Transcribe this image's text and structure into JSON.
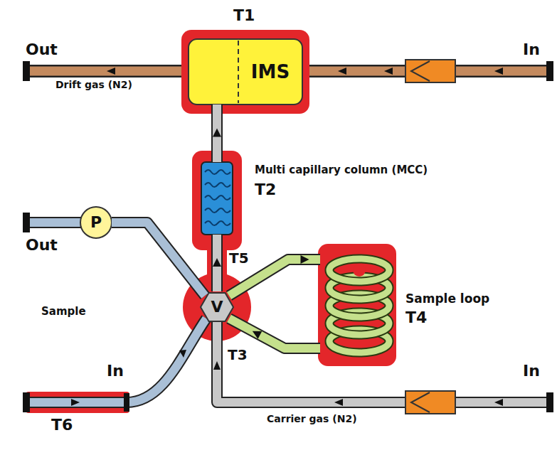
{
  "diagram": {
    "nodes": [
      {
        "text": [
          "IMS"
        ]
      },
      {
        "text": [
          "Multi capillary column (MCC)",
          "T2"
        ]
      },
      {
        "text": [
          "P"
        ]
      },
      {
        "text": [
          "V"
        ]
      },
      {
        "text": [
          "Sample loop",
          "T4"
        ]
      }
    ],
    "edges": [
      {
        "from": 3,
        "to": 1,
        "arrow": "to"
      },
      {
        "from": 1,
        "to": 0,
        "arrow": "to"
      },
      {
        "from": 3,
        "to": 2,
        "arrow": "none"
      },
      {
        "from": 3,
        "to": 4,
        "arrow": "to"
      },
      {
        "from": 4,
        "to": 3,
        "arrow": "to"
      }
    ],
    "labels": [
      "T1",
      "Out",
      "Drift gas (N2)",
      "In",
      "T5",
      "Out",
      "Sample",
      "In",
      "T6",
      "T3",
      "In",
      "Carrier gas (N2)"
    ]
  }
}
